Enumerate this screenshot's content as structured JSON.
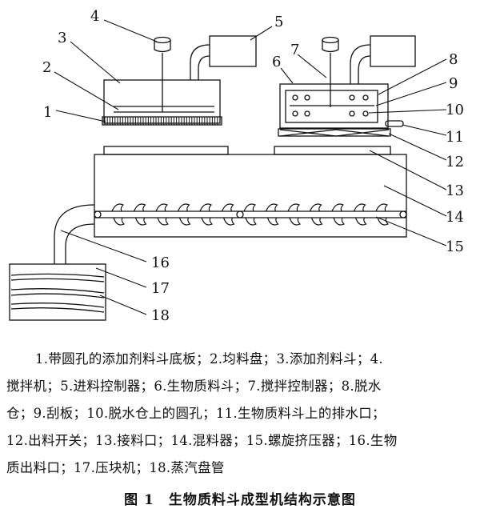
{
  "callouts": {
    "n1": "1",
    "n2": "2",
    "n3": "3",
    "n4": "4",
    "n5": "5",
    "n6": "6",
    "n7": "7",
    "n8": "8",
    "n9": "9",
    "n10": "10",
    "n11": "11",
    "n12": "12",
    "n13": "13",
    "n14": "14",
    "n15": "15",
    "n16": "16",
    "n17": "17",
    "n18": "18"
  },
  "legend_lines": [
    "1.带圆孔的添加剂料斗底板；2.均料盘；3.添加剂料斗；4.",
    "搅拌机；5.进料控制器；6.生物质料斗；7.搅拌控制器；8.脱水",
    "仓；9.刮板；10.脱水仓上的圆孔；11.生物质料斗上的排水口；",
    "12.出料开关；13.接料口；14.混料器；15.螺旋挤压器；16.生物",
    "质出料口；17.压块机；18.蒸汽盘管"
  ],
  "figure_title": "图 1　生物质料斗成型机结构示意图"
}
